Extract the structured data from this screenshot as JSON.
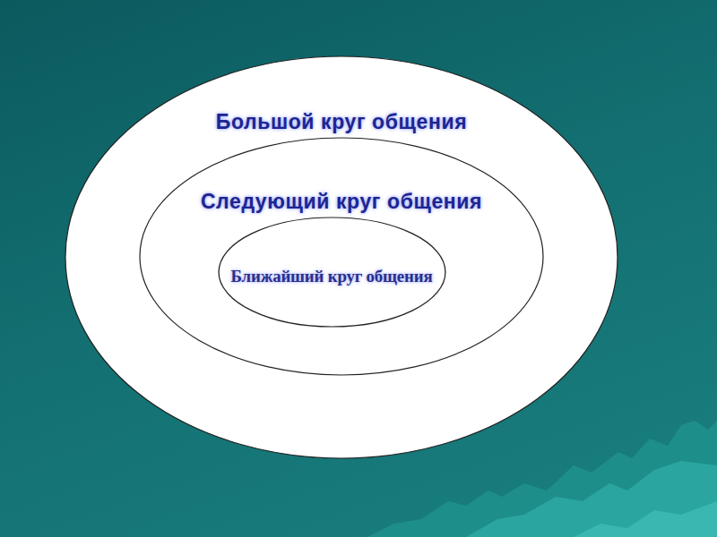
{
  "diagram": {
    "nodes": [
      {
        "text": [
          "Большой круг общения"
        ]
      },
      {
        "text": [
          "Следующий круг общения"
        ],
        "in": 0
      },
      {
        "text": [
          "Ближайший круг общения"
        ],
        "in": 1
      }
    ]
  }
}
